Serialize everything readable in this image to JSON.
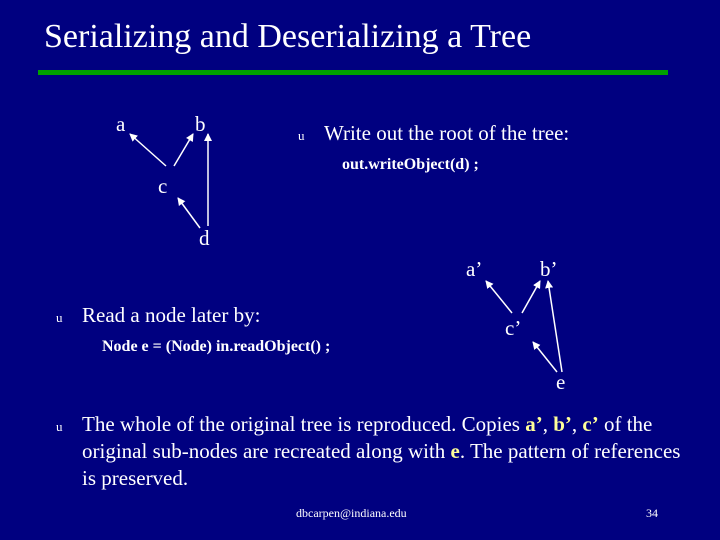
{
  "title": "Serializing and Deserializing a Tree",
  "bullet_glyph": "u",
  "colors": {
    "background": "#000080",
    "rule": "#00a000",
    "text": "#ffffff",
    "arrow": "#ffffff"
  },
  "tree1": {
    "a": "a",
    "b": "b",
    "c": "c",
    "d": "d"
  },
  "tree2": {
    "a": "a’",
    "b": "b’",
    "c": "c’",
    "e": "e"
  },
  "bullet1": {
    "text": "Write out the root of the tree:",
    "code": "out.writeObject(d) ;"
  },
  "bullet2": {
    "text": "Read a node later by:",
    "code": "Node e = (Node) in.readObject() ;"
  },
  "bullet3": {
    "part1": "The whole of the original tree is reproduced.  Copies ",
    "a": "a’",
    "part2": ", ",
    "b": "b’",
    "part3": ", ",
    "c": "c’",
    "part4": " of the original sub-nodes are recreated along with ",
    "e": "e",
    "part5": ". The pattern of references is preserved."
  },
  "footer": {
    "email": "dbcarpen@indiana.edu",
    "page": "34"
  }
}
